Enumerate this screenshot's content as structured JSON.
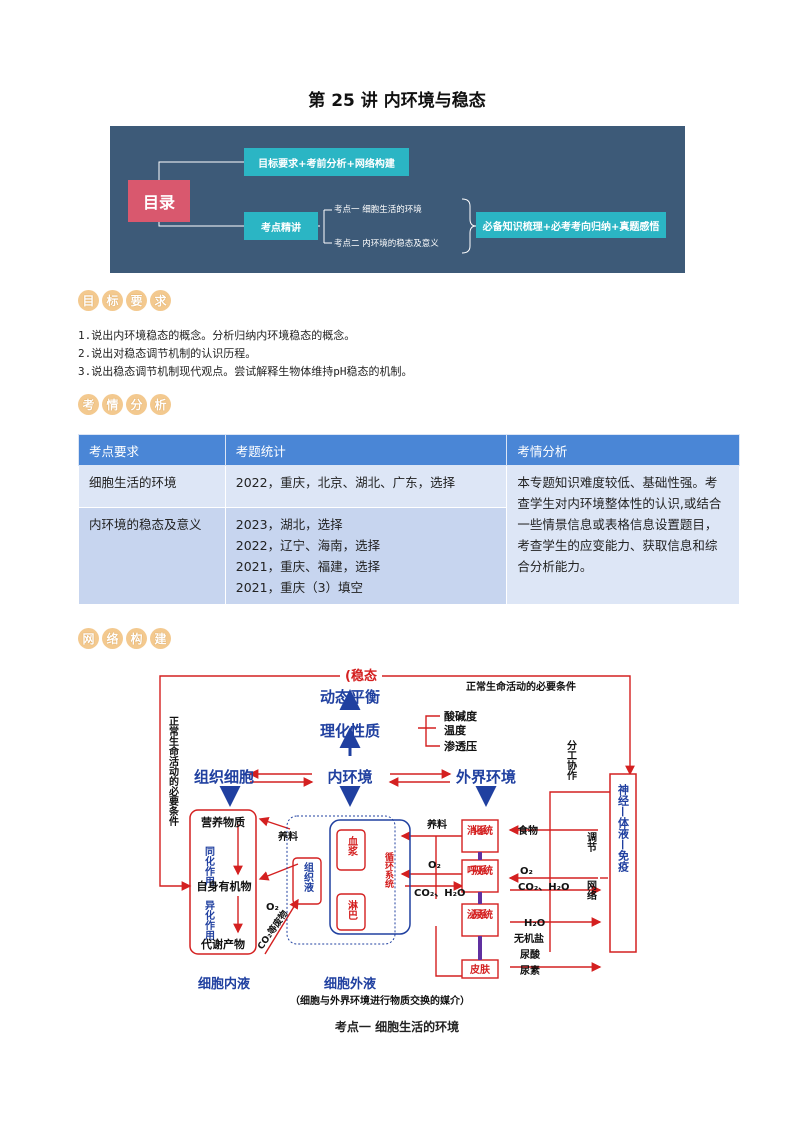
{
  "title": "第 25 讲  内环境与稳态",
  "toc": {
    "mulu": "目录",
    "box1": "目标要求+考前分析+网络构建",
    "box2": "考点精讲",
    "sub1": "考点一  细胞生活的环境",
    "sub2": "考点二  内环境的稳态及意义",
    "box3": "必备知识梳理+必考考向归纳+真题感悟"
  },
  "section1": {
    "chars": [
      "目",
      "标",
      "要",
      "求"
    ]
  },
  "requirements": [
    "1.说出内环境稳态的概念。分析归纳内环境稳态的概念。",
    "2.说出对稳态调节机制的认识历程。",
    "3.说出稳态调节机制现代观点。尝试解释生物体维持pH稳态的机制。"
  ],
  "section2": {
    "chars": [
      "考",
      "情",
      "分",
      "析"
    ]
  },
  "table": {
    "headers": [
      "考点要求",
      "考题统计",
      "考情分析"
    ],
    "rows": [
      {
        "topic": "细胞生活的环境",
        "stats": [
          "2022，重庆，北京、湖北、广东，选择"
        ]
      },
      {
        "topic": "内环境的稳态及意义",
        "stats": [
          "2023，湖北，选择",
          "2022，辽宁、海南，选择",
          "2021，重庆、福建，选择",
          "2021，重庆（3）填空"
        ]
      }
    ],
    "analysis": "本专题知识难度较低、基础性强。考查学生对内环境整体性的认识,或结合一些情景信息或表格信息设置题目，考查学生的应变能力、获取信息和综合分析能力。"
  },
  "section3": {
    "chars": [
      "网",
      "络",
      "构",
      "建"
    ]
  },
  "diagram": {
    "steady_state": "(稳态",
    "dynamic_balance": "动态平衡",
    "properties": "理化性质",
    "acidity": "酸碱度",
    "temperature": "温度",
    "osmotic": "渗透压",
    "necessary_top": "正常生命活动的必要条件",
    "necessary_left": "正常生命活动的必要条件",
    "division": "分工协作",
    "tissue_cells": "组织细胞",
    "internal_env": "内环境",
    "external_env": "外界环境",
    "nutrients": "营养物质",
    "assimilation": "同化作用",
    "own_organics": "自身有机物",
    "dissimilation": "异化作用",
    "metabolites": "代谢产物",
    "tissue_fluid": "组织液",
    "plasma": "血浆",
    "lymph": "淋巴",
    "circulatory": "循环系统",
    "nutrient_feed": "养料",
    "nutrient_feed2": "养料",
    "o2_left": "O₂",
    "co2_left": "CO₂等废物",
    "o2_mid": "O₂",
    "co2_h2o_mid": "CO₂、H₂O",
    "digestive": "消化系统",
    "respiratory": "呼吸系统",
    "urinary": "泌尿系统",
    "skin": "皮肤",
    "food": "食物",
    "o2_right": "O₂",
    "co2_h2o_right": "CO₂、H₂O",
    "h2o": "H₂O",
    "salts": "无机盐",
    "uric_acid": "尿酸",
    "urea": "尿素",
    "regulation": "调节",
    "network": "网络",
    "neuro": "神经—体液—免疫",
    "intracellular": "细胞内液",
    "extracellular": "细胞外液",
    "medium_note": "（细胞与外界环境进行物质交换的媒介）"
  },
  "caption": "考点一   细胞生活的环境"
}
